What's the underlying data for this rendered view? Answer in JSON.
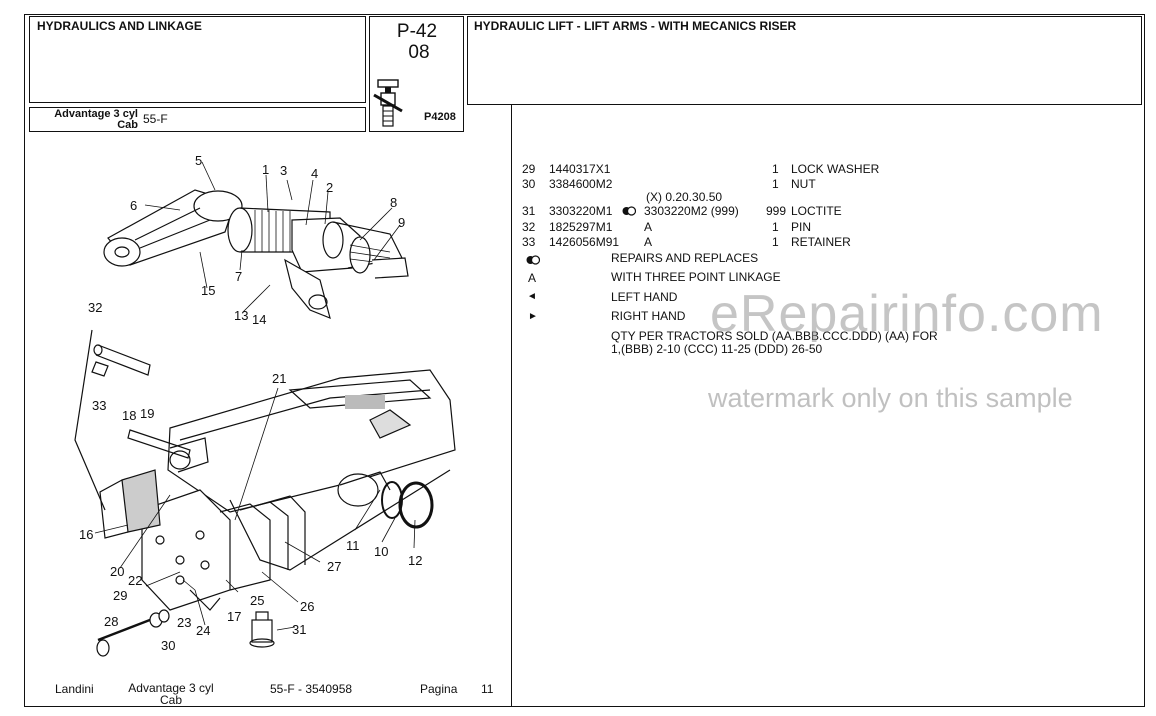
{
  "header": {
    "section_title": "HYDRAULICS AND LINKAGE",
    "page_code": "P-42",
    "page_sub": "08",
    "illustration_code": "P4208",
    "page_title": "HYDRAULIC LIFT - LIFT ARMS - WITH MECANICS RISER",
    "model_line1": "Advantage 3 cyl",
    "model_line2": "Cab",
    "model_code": "55-F"
  },
  "parts": [
    {
      "ref": "29",
      "part": "1440317X1",
      "note": "",
      "qty": "1",
      "desc": "LOCK WASHER"
    },
    {
      "ref": "30",
      "part": "3384600M2",
      "note": "",
      "qty": "1",
      "desc": "NUT"
    },
    {
      "ref": "",
      "part": "",
      "note": "(X) 0.20.30.50",
      "qty": "",
      "desc": ""
    },
    {
      "ref": "31",
      "part": "3303220M1",
      "note": "3303220M2  (999)",
      "qty": "999",
      "desc": "LOCTITE"
    },
    {
      "ref": "32",
      "part": "1825297M1",
      "note": "A",
      "qty": "1",
      "desc": "PIN"
    },
    {
      "ref": "33",
      "part": "1426056M91",
      "note": "A",
      "qty": "1",
      "desc": "RETAINER"
    }
  ],
  "legend": [
    {
      "symbol": "repairs-replaces-icon",
      "text": "REPAIRS AND REPLACES"
    },
    {
      "symbol": "A",
      "text": "WITH THREE POINT LINKAGE"
    },
    {
      "symbol": "◄",
      "text": "LEFT HAND"
    },
    {
      "symbol": "►",
      "text": "RIGHT HAND"
    }
  ],
  "qty_note_line1": "QTY PER TRACTORS SOLD  (AA.BBB.CCC.DDD) (AA) FOR",
  "qty_note_line2": "1,(BBB) 2-10 (CCC) 11-25 (DDD) 26-50",
  "watermark": {
    "main": "eRepairinfo.com",
    "sub": "watermark only on this sample"
  },
  "footer": {
    "brand": "Landini",
    "model_line1": "Advantage 3 cyl",
    "model_line2": "Cab",
    "serial": "55-F - 3540958",
    "page_label": "Pagina",
    "page_number": "11"
  },
  "callouts": [
    "1",
    "2",
    "3",
    "4",
    "5",
    "6",
    "7",
    "8",
    "9",
    "10",
    "11",
    "12",
    "13",
    "14",
    "15",
    "16",
    "17",
    "18",
    "19",
    "20",
    "21",
    "22",
    "23",
    "24",
    "25",
    "26",
    "27",
    "28",
    "29",
    "30",
    "31",
    "32",
    "33"
  ]
}
